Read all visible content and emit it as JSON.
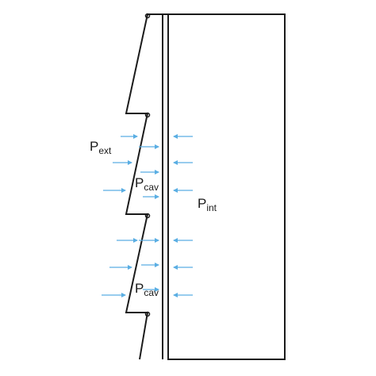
{
  "diagram": {
    "labels": {
      "p_ext": {
        "main": "P",
        "sub": "ext"
      },
      "p_cav_upper": {
        "main": "P",
        "sub": "cav"
      },
      "p_cav_lower": {
        "main": "P",
        "sub": "cav"
      },
      "p_int": {
        "main": "P",
        "sub": "int"
      }
    },
    "colors": {
      "line": "#1b1b1b",
      "arrow": "#5aaee3",
      "background": "#ffffff"
    },
    "arrow_direction": "left-to-right toward cladding; right-to-left toward wall"
  }
}
